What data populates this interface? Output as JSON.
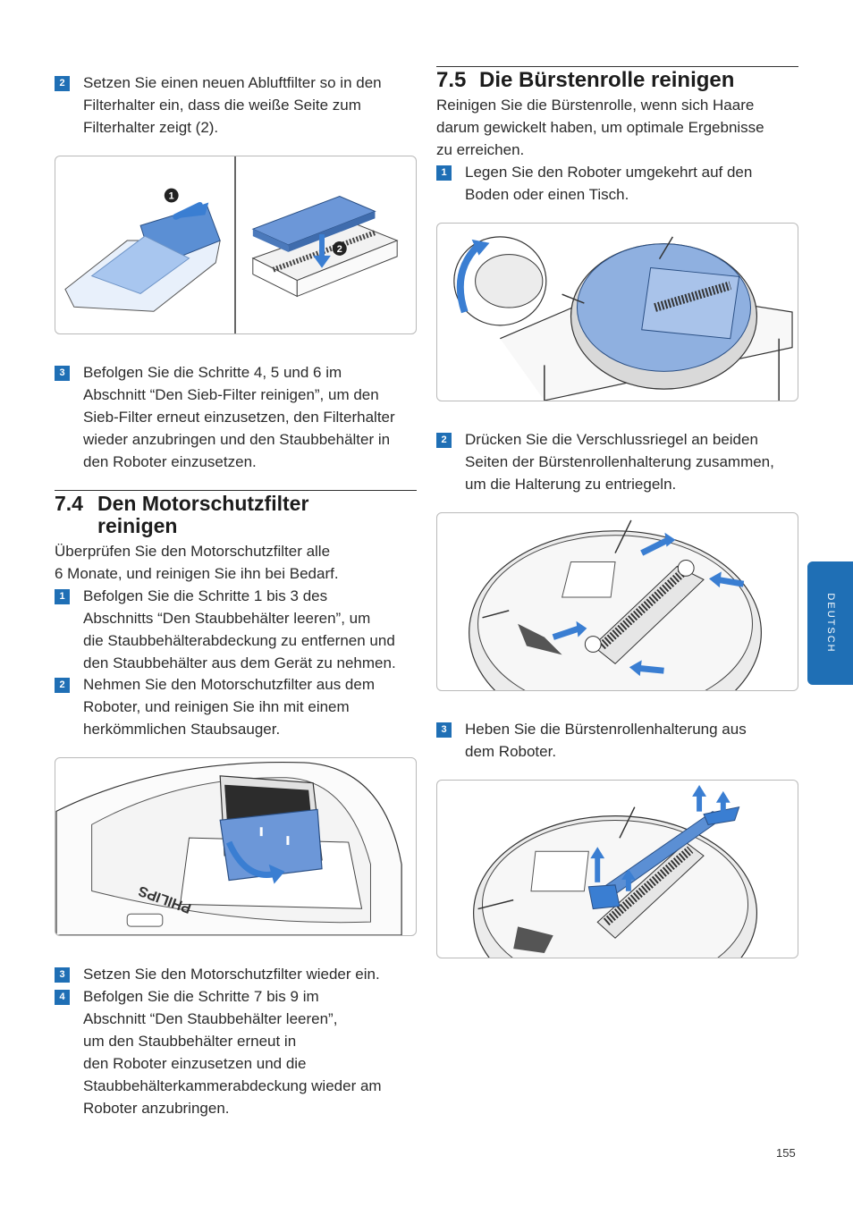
{
  "left": {
    "step_a": {
      "number": "2",
      "lines": [
        "Setzen Sie einen neuen Abluftfilter so in den",
        "Filterhalter ein, dass die weiße Seite zum",
        "Filterhalter zeigt (2)."
      ]
    },
    "fig1": {
      "callout_1": "1",
      "callout_2": "2"
    },
    "step_b": {
      "number": "3",
      "lines": [
        "Befolgen Sie die Schritte 4, 5 und 6 im",
        "Abschnitt “Den Sieb-Filter reinigen”, um den",
        "Sieb-Filter erneut einzusetzen, den Filterhalter",
        "wieder anzubringen und den Staubbehälter in",
        "den Roboter einzusetzen."
      ]
    },
    "section": {
      "number": "7.4",
      "title_line1": "Den Motorschutzfilter",
      "title_line2": "reinigen",
      "intro": [
        "Überprüfen Sie den Motorschutzfilter alle",
        "6 Monate, und reinigen Sie ihn bei Bedarf."
      ],
      "step1": {
        "number": "1",
        "lines": [
          "Befolgen Sie die Schritte 1 bis 3 des",
          "Abschnitts “Den Staubbehälter leeren”, um",
          "die Staubbehälterabdeckung zu entfernen und",
          "den Staubbehälter aus dem Gerät zu nehmen."
        ]
      },
      "step2": {
        "number": "2",
        "lines": [
          "Nehmen Sie den Motorschutzfilter aus dem",
          "Roboter, und reinigen Sie ihn mit einem",
          "herkömmlichen Staubsauger."
        ]
      },
      "fig_brand": "PHILIPS",
      "step3": {
        "number": "3",
        "lines": [
          "Setzen Sie den Motorschutzfilter wieder ein."
        ]
      },
      "step4": {
        "number": "4",
        "lines": [
          "Befolgen Sie die Schritte 7 bis 9 im",
          "Abschnitt “Den Staubbehälter leeren”,",
          "um den Staubbehälter erneut in",
          "den Roboter einzusetzen und die",
          "Staubbehälterkammerabdeckung wieder am",
          "Roboter anzubringen."
        ]
      }
    }
  },
  "right": {
    "section": {
      "number": "7.5",
      "title": "Die Bürstenrolle reinigen",
      "intro": [
        "Reinigen Sie die Bürstenrolle, wenn sich Haare",
        "darum gewickelt haben, um optimale Ergebnisse",
        "zu erreichen."
      ],
      "step1": {
        "number": "1",
        "lines": [
          "Legen Sie den Roboter umgekehrt auf den",
          "Boden oder einen Tisch."
        ]
      },
      "step2": {
        "number": "2",
        "lines": [
          "Drücken Sie die Verschlussriegel an beiden",
          "Seiten der Bürstenrollenhalterung zusammen,",
          "um die Halterung zu entriegeln."
        ]
      },
      "step3": {
        "number": "3",
        "lines": [
          "Heben Sie die Bürstenrollenhalterung aus",
          "dem Roboter."
        ]
      }
    }
  },
  "side_tab": "DEUTSCH",
  "page_number": "155",
  "colors": {
    "accent": "#1f6fb5",
    "figure_blue": "#5b8fd4",
    "arrow_blue": "#3a7ed2"
  }
}
